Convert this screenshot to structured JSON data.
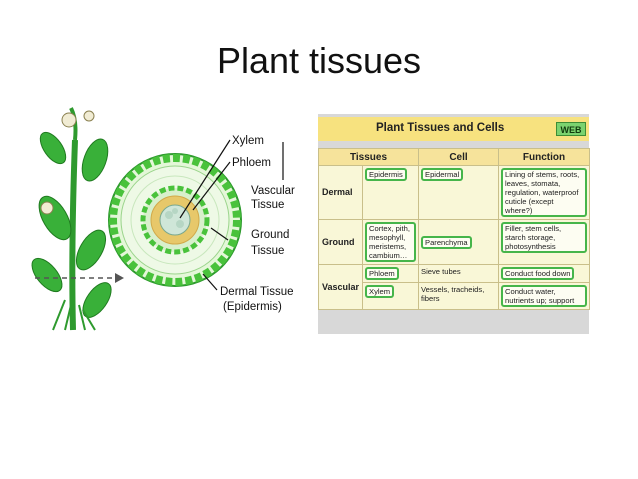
{
  "slide": {
    "title": "Plant tissues"
  },
  "diagram": {
    "labels": {
      "xylem": "Xylem",
      "phloem": "Phloem",
      "vascular_line1": "Vascular",
      "vascular_line2": "Tissue",
      "ground_line1": "Ground",
      "ground_line2": "Tissue",
      "dermal_line1": "Dermal Tissue",
      "dermal_line2": "(Epidermis)"
    },
    "colors": {
      "stem_green": "#2e9a2e",
      "cell_green": "#49c23b",
      "cell_light": "#e4f7d8",
      "arrow": "#111111"
    }
  },
  "table": {
    "title": "Plant Tissues and Cells",
    "web_button": "WEB",
    "headers": [
      "Tissues",
      "Cell",
      "Function"
    ],
    "rows": [
      {
        "tissue": "Dermal",
        "examples": "Epidermis",
        "cell": "Epidermal",
        "function": "Lining of stems, roots, leaves, stomata, regulation, waterproof cuticle (except where?)"
      },
      {
        "tissue": "Ground",
        "examples": "Cortex, pith, mesophyll, meristems, cambium…",
        "cell": "Parenchyma",
        "function": "Filler, stem cells, starch storage, photosynthesis"
      },
      {
        "tissue": "Vascular",
        "examples": "Phloem",
        "cell": "Sieve tubes",
        "function": "Conduct food down"
      },
      {
        "tissue": "",
        "examples": "Xylem",
        "cell": "Vessels, tracheids, fibers",
        "function": "Conduct water, nutrients up; support"
      }
    ],
    "colors": {
      "title_bar": "#f7e27f",
      "header": "#f6e39b",
      "box_border": "#46b54a",
      "web_button": "#7bd36f"
    }
  }
}
